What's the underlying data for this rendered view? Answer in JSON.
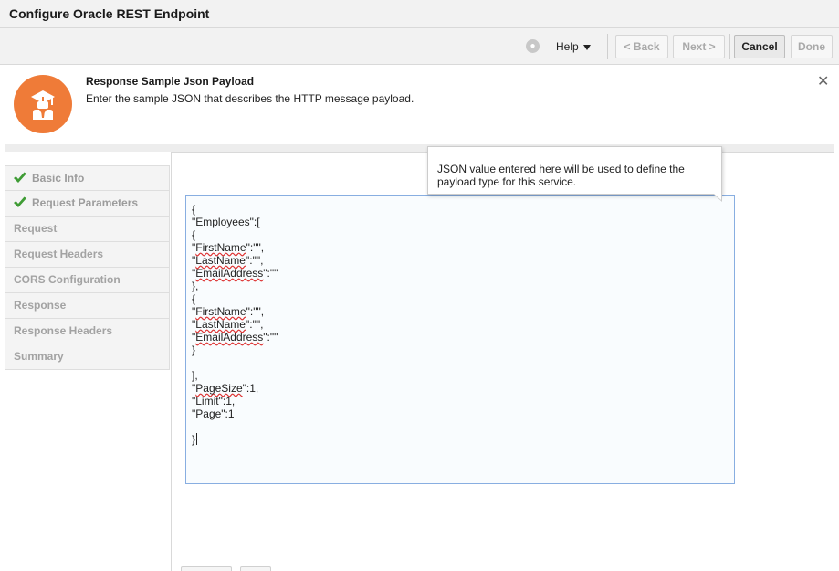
{
  "window": {
    "title": "Configure Oracle REST Endpoint"
  },
  "toolbar": {
    "help_label": "Help",
    "back_label": "< Back",
    "next_label": "Next >",
    "cancel_label": "Cancel",
    "done_label": "Done"
  },
  "banner": {
    "title": "Response Sample Json Payload",
    "description": "Enter the sample JSON that describes the HTTP message payload.",
    "close_glyph": "✕",
    "accent_color": "#ef7b38"
  },
  "steps": [
    {
      "label": "Basic Info",
      "completed": true
    },
    {
      "label": "Request Parameters",
      "completed": true
    },
    {
      "label": "Request",
      "completed": false
    },
    {
      "label": "Request Headers",
      "completed": false
    },
    {
      "label": "CORS Configuration",
      "completed": false
    },
    {
      "label": "Response",
      "completed": false
    },
    {
      "label": "Response Headers",
      "completed": false
    },
    {
      "label": "Summary",
      "completed": false
    }
  ],
  "tooltip": {
    "text": "JSON value entered here will be used to define the payload type for this service."
  },
  "editor": {
    "lines": [
      "{",
      "\"Employees\":[",
      "{",
      "\"FirstName\":\"\",",
      "\"LastName\":\"\",",
      "\"EmailAddress\":\"\"",
      "},",
      "{",
      "\"FirstName\":\"\",",
      "\"LastName\":\"\",",
      "\"EmailAddress\":\"\"",
      "}",
      "",
      "],",
      "\"PageSize\":1,",
      "\"Limit\":1,",
      "\"Page\":1",
      "",
      "}"
    ]
  }
}
